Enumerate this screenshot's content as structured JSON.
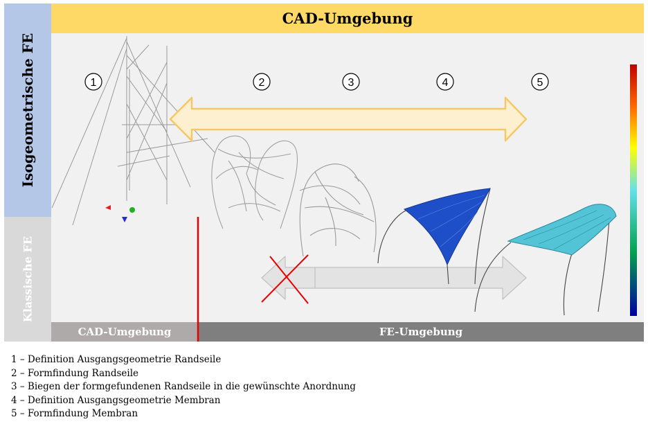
{
  "side_labels": {
    "top": "Isogeometrische FE",
    "bottom": "Klassische FE"
  },
  "top_band": {
    "label": "CAD-Umgebung"
  },
  "bottom_band": {
    "left_label": "CAD-Umgebung",
    "right_label": "FE-Umgebung"
  },
  "steps": [
    "1",
    "2",
    "3",
    "4",
    "5"
  ],
  "colors": {
    "isogeometric_band": "#b4c7e7",
    "classic_band": "#d9d9d9",
    "cad_band": "#ffd965",
    "yellow_arrow_fill": "#fdf0d0",
    "yellow_arrow_stroke": "#f5c866",
    "grey_arrow_fill": "#e3e3e3",
    "divider_red": "#e60000",
    "membrane_dark": "#1f4fc8",
    "membrane_light": "#53c3d6"
  },
  "legend": [
    "1 – Definition Ausgangsgeometrie Randseile",
    "2 – Formfindung Randseile",
    "3 – Biegen der formgefundenen Randseile in die gewünschte Anordnung",
    "4 – Definition Ausgangsgeometrie Membran",
    "5 – Formfindung Membran"
  ]
}
